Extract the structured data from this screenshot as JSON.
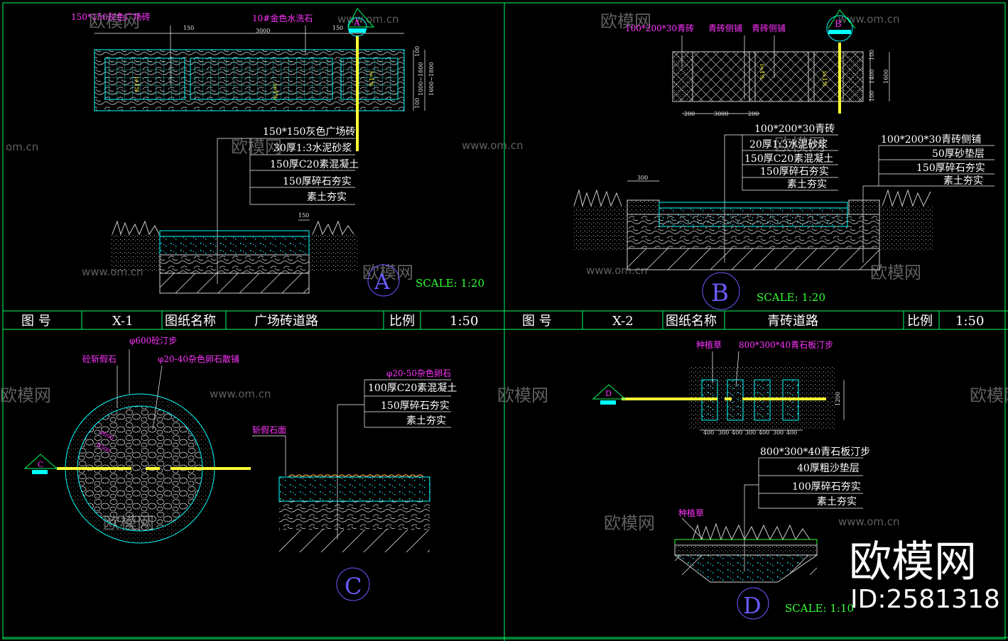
{
  "colors": {
    "background": "#000000",
    "frame": "#00ff66",
    "leader": "#ffffff",
    "cyan": "#00ffff",
    "magenta": "#ff33ff",
    "yellow": "#ffff33",
    "green": "#33ff33",
    "watermark": "#6a6a6a"
  },
  "watermarks": {
    "brand": "欧模网",
    "site": "www.om.cn",
    "site_cut": "om.cn",
    "brand_cut": "欧模网"
  },
  "title_blocks": [
    {
      "label_no": "图 号",
      "no": "X-1",
      "label_name": "图纸名称",
      "name": "广场砖道路",
      "label_scale": "比例",
      "scale": "1:50"
    },
    {
      "label_no": "图 号",
      "no": "X-2",
      "label_name": "图纸名称",
      "name": "青砖道路",
      "label_scale": "比例",
      "scale": "1:50"
    }
  ],
  "panel_a": {
    "top_labels": [
      "150*150灰色广场砖",
      "10#金色水洗石"
    ],
    "dims": {
      "d150a": "150",
      "d3000": "3000",
      "d150b": "150",
      "v100": "100",
      "v1000": "1000~1800",
      "v1600": "1600~1800",
      "v100b": "100",
      "slope1": "i=1%",
      "slope2": "i=1%",
      "slope3": "i=1%",
      "sec150": "150"
    },
    "layers": [
      "150*150灰色广场砖",
      "30厚1:3水泥砂浆",
      "150厚C20素混凝土",
      "150厚碎石夯实",
      "素土夯实"
    ],
    "marker": "A",
    "section_tag": "A",
    "scale": "SCALE: 1:20"
  },
  "panel_b": {
    "top_labels": [
      "100*200*30青砖",
      "青砖侧铺",
      "青砖侧铺"
    ],
    "dims": {
      "d200a": "200",
      "d3000": "3000",
      "d200b": "200",
      "v100": "100",
      "v1400": "1400",
      "v100b": "100",
      "v1600": "1600",
      "slope1": "i=1%",
      "slope2": "i=1%",
      "sec300": "300"
    },
    "layers": [
      "100*200*30青砖",
      "20厚1:3水泥砂浆",
      "150厚C20素混凝土",
      "150厚碎石夯实",
      "素土夯实"
    ],
    "layers_right": [
      "100*200*30青砖侧铺",
      "50厚砂垫层",
      "150厚碎石夯实",
      "素土夯实"
    ],
    "marker": "B",
    "section_tag": "B",
    "scale": "SCALE: 1:20"
  },
  "panel_c": {
    "labels": [
      "φ600砼汀步",
      "砼斩假石",
      "φ20-40杂色卵石散铺"
    ],
    "diam": "φ600",
    "radius": "R300",
    "section_label": "斩假石面",
    "layers": [
      "φ20-50杂色卵石",
      "100厚C20素混凝土",
      "150厚碎石夯实",
      "素土夯实"
    ],
    "marker": "C",
    "section_tag": "C"
  },
  "panel_d": {
    "labels": [
      "种植草",
      "800*300*40青石板汀步"
    ],
    "dims": [
      "400",
      "300",
      "400",
      "300",
      "400",
      "300",
      "400"
    ],
    "vdim": "1200",
    "layers": [
      "800*300*40青石板汀步",
      "40厚粗沙垫层",
      "100厚碎石夯实",
      "素土夯实"
    ],
    "grass_label": "种植草",
    "marker": "D",
    "section_tag": "D",
    "scale": "SCALE: 1:10"
  },
  "brand_overlay": {
    "name": "欧模网",
    "id": "ID:2581318"
  }
}
